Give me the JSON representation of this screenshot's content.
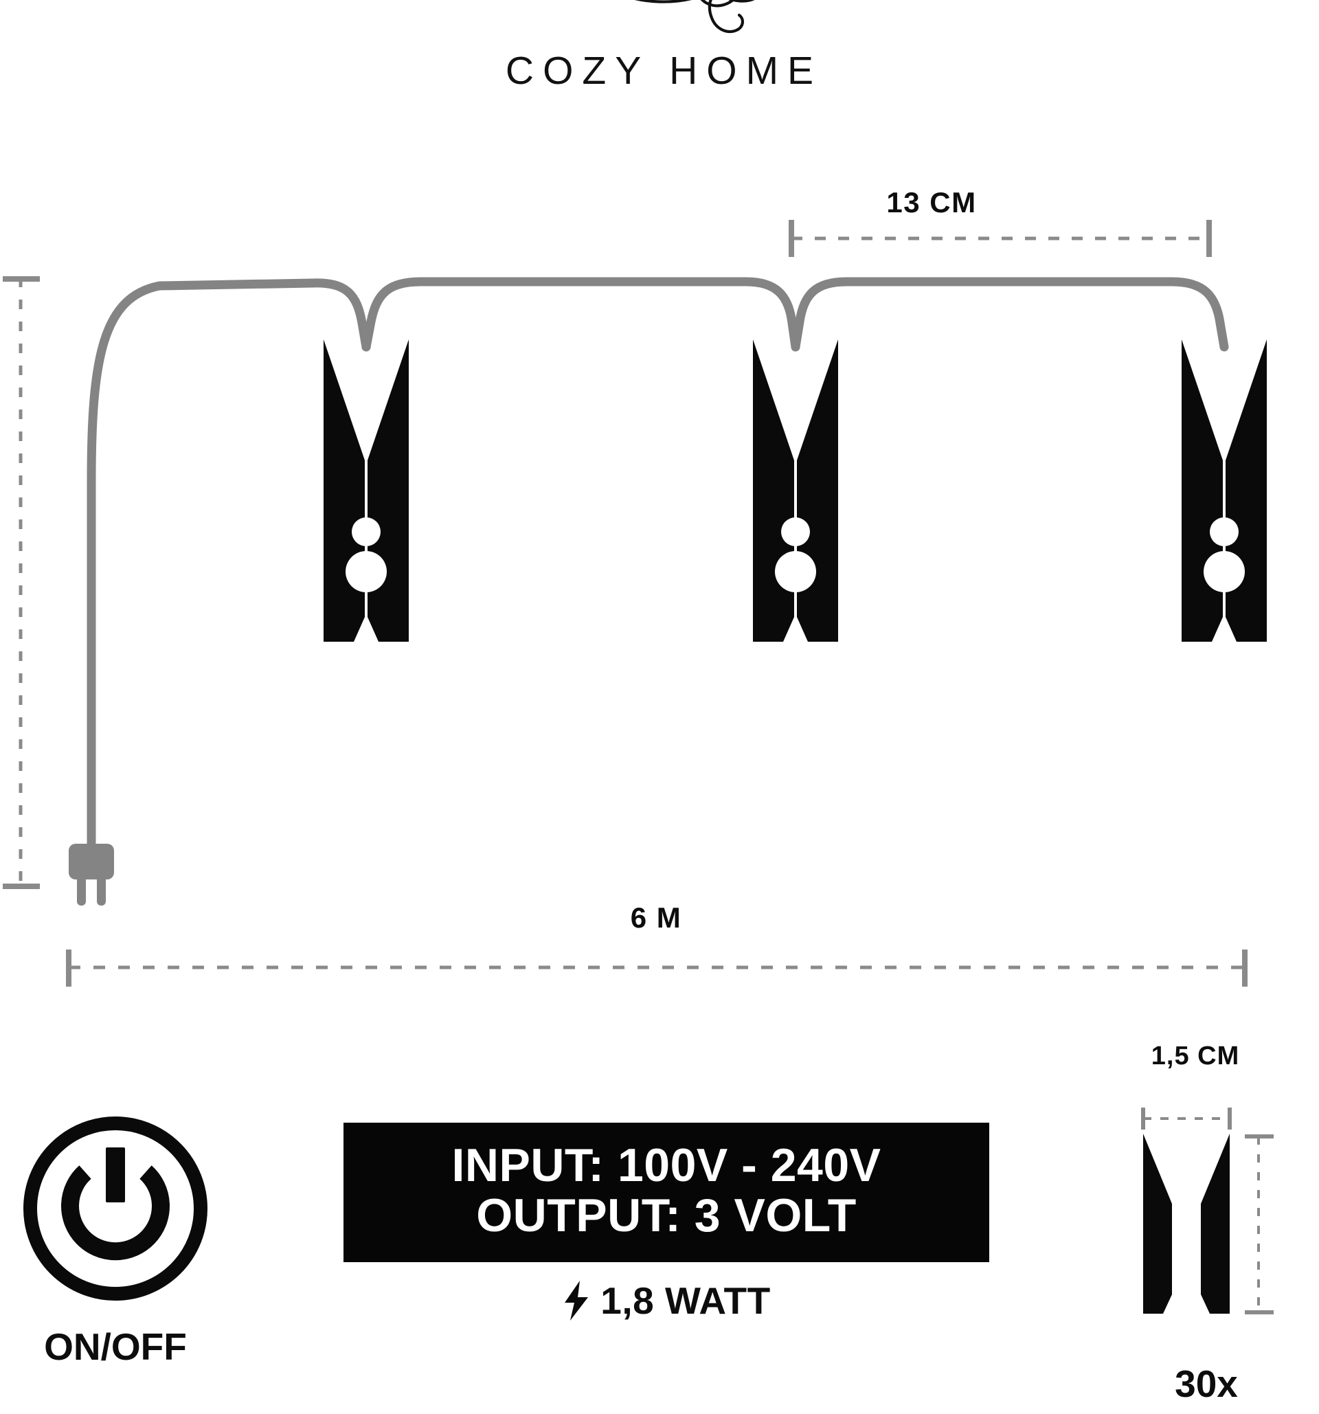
{
  "brand": {
    "script_mark": "cozy-script-logo",
    "wordmark": "COZY HOME"
  },
  "diagram": {
    "title": "string-light-dimension-diagram",
    "cord_color": "#808080",
    "clothespin_color": "#0a0a0a",
    "dimension_line_color": "#7a7a7a",
    "dimensions": {
      "spacing": "13 CM",
      "total_length": "6 M",
      "peg_width": "1,5 CM",
      "drop_height_label": ""
    },
    "pegs_shown": 3
  },
  "specs": {
    "power": {
      "icon": "power-on-off-icon",
      "caption": "ON/OFF"
    },
    "voltage": {
      "input_line": "INPUT: 100V - 240V",
      "output_line": "OUTPUT: 3 VOLT",
      "box_background": "#060606",
      "box_text_color": "#ffffff"
    },
    "wattage": {
      "icon": "lightning-bolt-icon",
      "label": "1,8 WATT"
    },
    "quantity": {
      "icon": "clothespin-icon",
      "label": "30x"
    }
  }
}
